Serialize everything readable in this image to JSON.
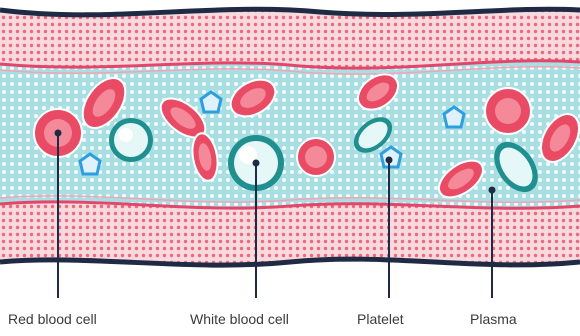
{
  "labels": {
    "red_blood_cell": "Red blood cell",
    "white_blood_cell": "White blood cell",
    "platelet": "Platelet",
    "plasma": "Plasma"
  },
  "colors": {
    "vessel_wall": "#f7d9de",
    "wall_dots": "#ec6a7d",
    "outline": "#1f2a44",
    "vessel_lining": "#e4466b",
    "plasma": "#a9dfe3",
    "plasma_dots": "#ffffff",
    "red_cell": "#e94b64",
    "red_cell_center": "#f48a99",
    "white_cell_outline": "#1f8f90",
    "white_cell_fill": "#e6f7f7",
    "platelet_outline": "#2f9ee0",
    "platelet_fill": "#dff2fc",
    "leader_line": "#1f2a44"
  }
}
